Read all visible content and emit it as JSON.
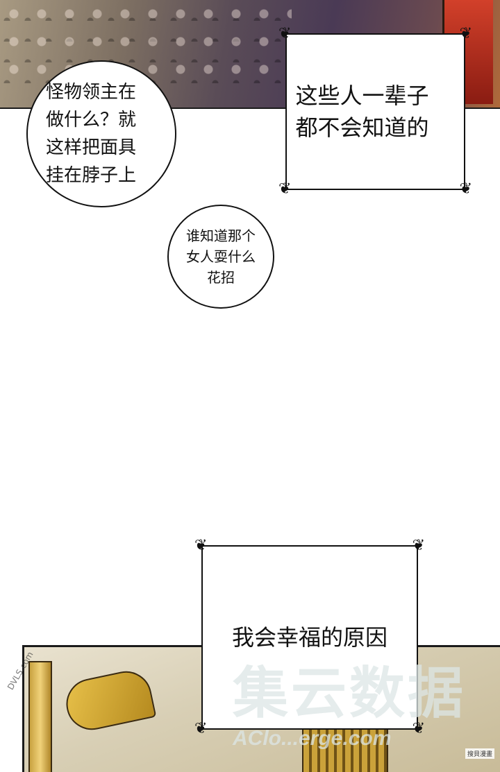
{
  "panels": {
    "top": {
      "description_icon": "lace-collar-illustration"
    },
    "bottom": {
      "description_icon": "golden-throne-illustration"
    }
  },
  "bubbles": {
    "bubble1": {
      "lines": [
        "怪物领主在",
        "做什么？就",
        "这样把面具",
        "挂在脖子上"
      ]
    },
    "bubble2": {
      "lines": [
        "谁知道那个",
        "女人耍什么",
        "花招"
      ]
    }
  },
  "narrations": {
    "narration1": {
      "lines": [
        "这些人一辈子",
        "都不会知道的"
      ]
    },
    "narration2": {
      "lines": [
        "我会幸福的原因"
      ]
    }
  },
  "watermark": {
    "cn": "集云数据",
    "en": "AClo...erge.com"
  },
  "side_stamp": "DVLS.com",
  "corner_credit": "搜貝漫畫"
}
